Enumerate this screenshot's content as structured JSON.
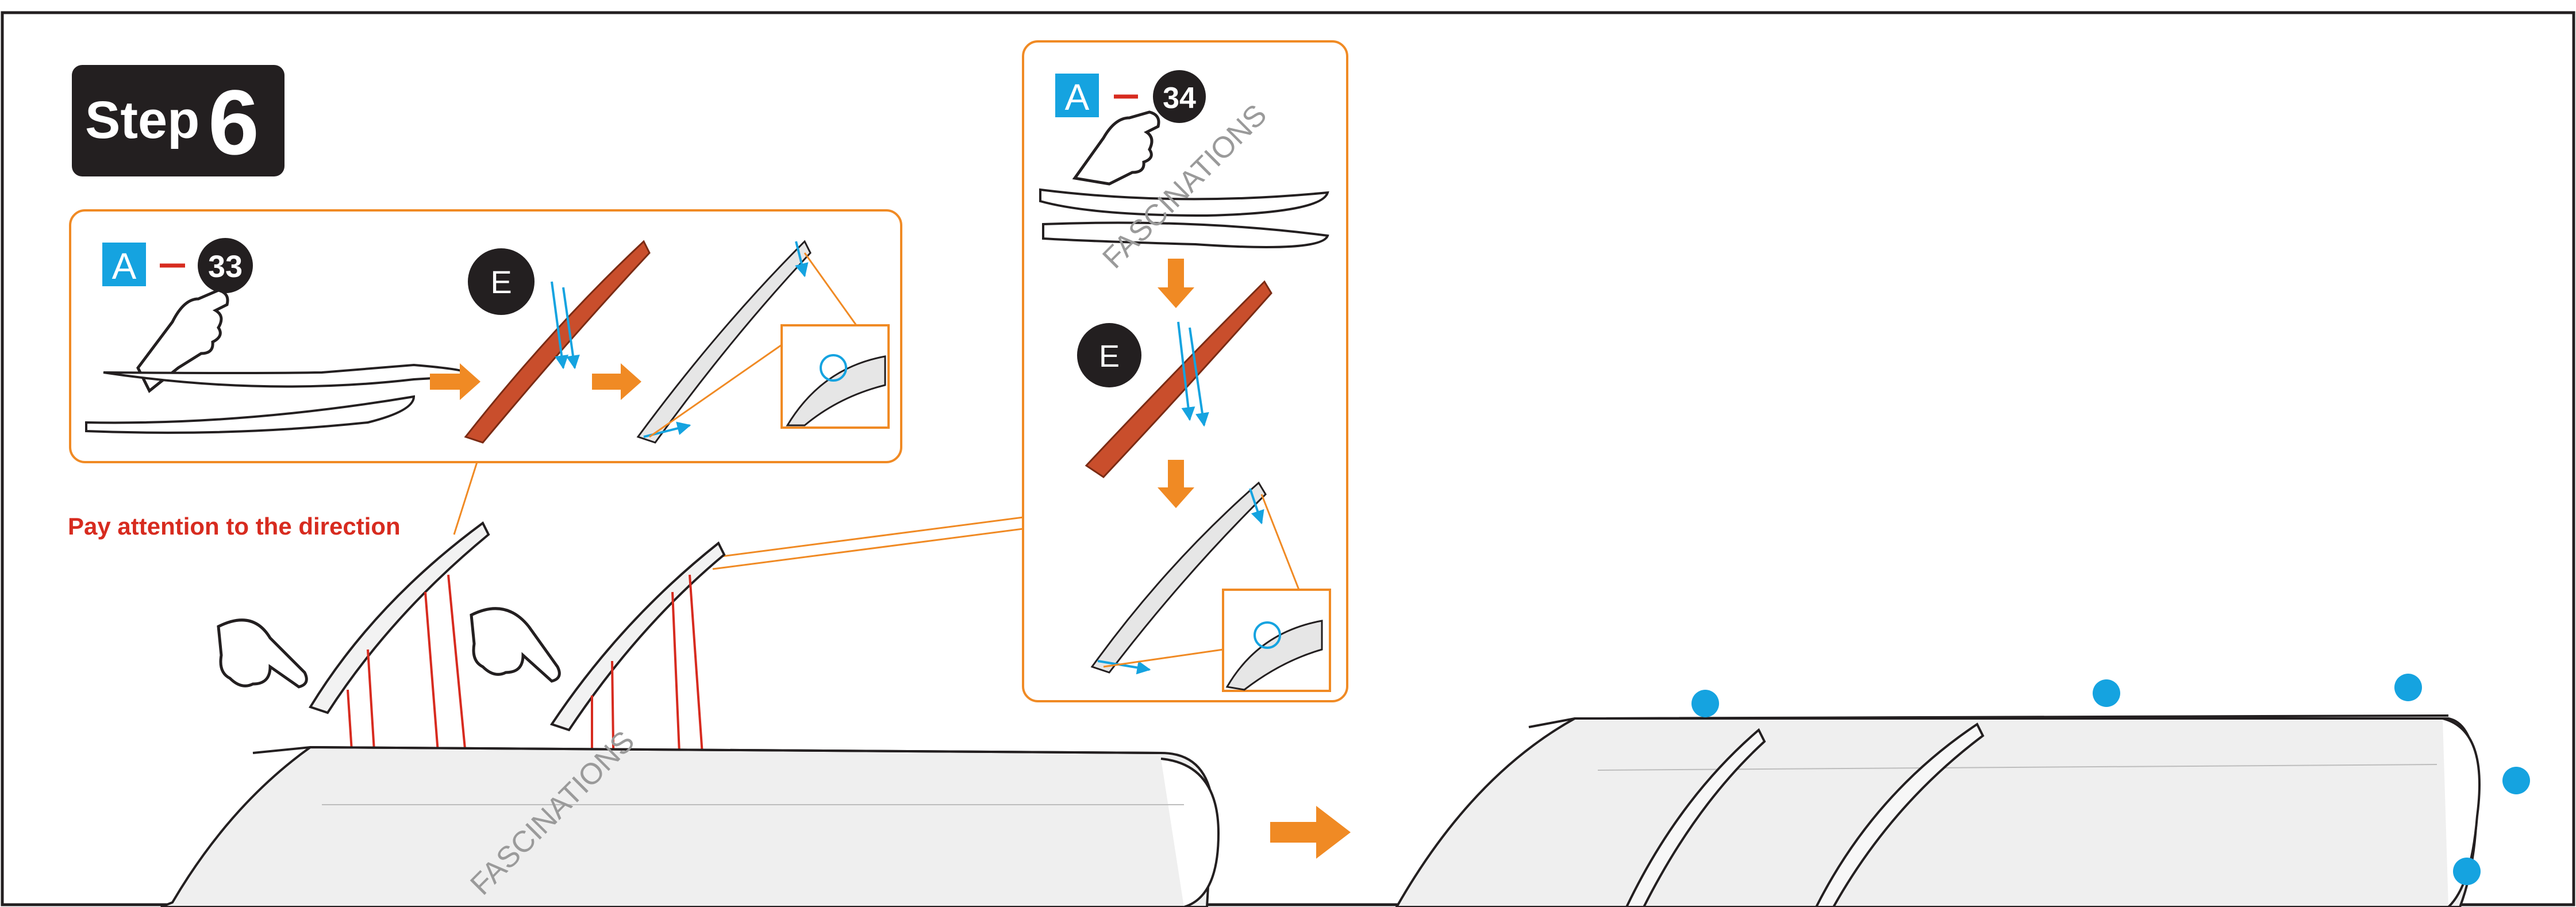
{
  "step": {
    "word": "Step",
    "number": "6"
  },
  "note": "Pay attention to the direction",
  "callout_33": {
    "sheet": "A",
    "dash": "—",
    "part": "33",
    "tag": "E"
  },
  "callout_34": {
    "sheet": "A",
    "dash": "—",
    "part": "34",
    "tag": "E"
  },
  "watermark": "FASCINATIONS",
  "colors": {
    "orange": "#f08a24",
    "red": "#d72b1f",
    "blue": "#15a3e0",
    "green": "#8cc63f",
    "rust": "#c94e2c",
    "dark": "#231f20"
  }
}
